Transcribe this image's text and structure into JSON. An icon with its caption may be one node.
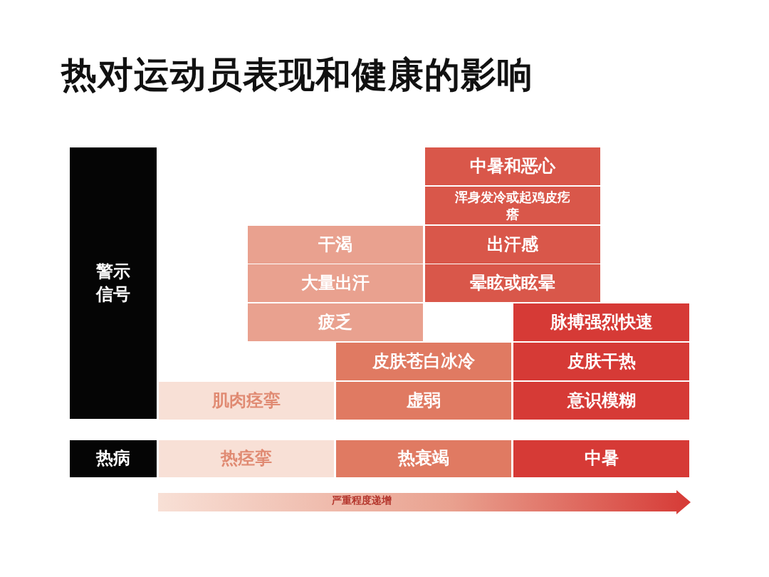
{
  "diagram": {
    "title": "热对运动员表现和健康的影响",
    "nodes": [
      {
        "text": [
          "警示信号"
        ]
      },
      {
        "text": [
          "中暑和恶心"
        ]
      },
      {
        "text": [
          "浑身发冷或起鸡皮疙瘩"
        ]
      },
      {
        "text": [
          "干渴"
        ]
      },
      {
        "text": [
          "出汗感"
        ]
      },
      {
        "text": [
          "大量出汗"
        ]
      },
      {
        "text": [
          "晕眩或眩晕"
        ]
      },
      {
        "text": [
          "疲乏"
        ]
      },
      {
        "text": [
          "脉搏强烈快速"
        ]
      },
      {
        "text": [
          "皮肤苍白冰冷"
        ]
      },
      {
        "text": [
          "皮肤干热"
        ]
      },
      {
        "text": [
          "肌肉痉挛"
        ]
      },
      {
        "text": [
          "虚弱"
        ]
      },
      {
        "text": [
          "意识模糊"
        ]
      },
      {
        "text": [
          "热病"
        ]
      },
      {
        "text": [
          "热痉挛"
        ]
      },
      {
        "text": [
          "热衰竭"
        ]
      },
      {
        "text": [
          "中暑"
        ]
      }
    ],
    "labels": [
      "严重程度递增"
    ]
  }
}
